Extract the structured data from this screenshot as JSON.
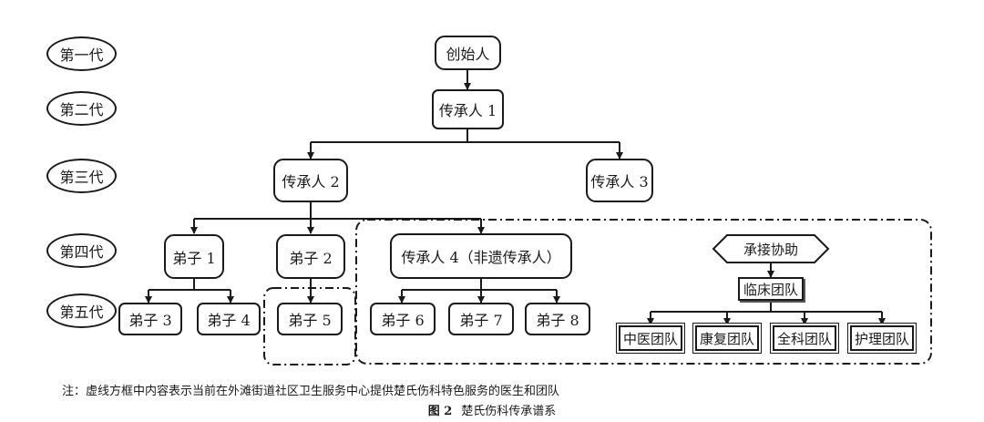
{
  "generations": [
    "第一代",
    "第二代",
    "第三代",
    "第四代",
    "第五代"
  ],
  "nodes": {
    "founder": "创始人",
    "inheritor1": "传承人 1",
    "inheritor2": "传承人 2",
    "inheritor3": "传承人 3",
    "disciple1": "弟子 1",
    "disciple2": "弟子 2",
    "inheritor4": "传承人 4（非遗传承人）",
    "disciple3": "弟子 3",
    "disciple4": "弟子 4",
    "disciple5": "弟子 5",
    "disciple6": "弟子 6",
    "disciple7": "弟子 7",
    "disciple8": "弟子 8"
  },
  "support": {
    "hexagon": "承接协助",
    "clinical": "临床团队",
    "teams": [
      "中医团队",
      "康复团队",
      "全科团队",
      "护理团队"
    ]
  },
  "note": "注：虚线方框中内容表示当前在外滩街道社区卫生服务中心提供楚氏伤科特色服务的医生和团队",
  "caption": {
    "label": "图 2",
    "title": "楚氏伤科传承谱系"
  }
}
